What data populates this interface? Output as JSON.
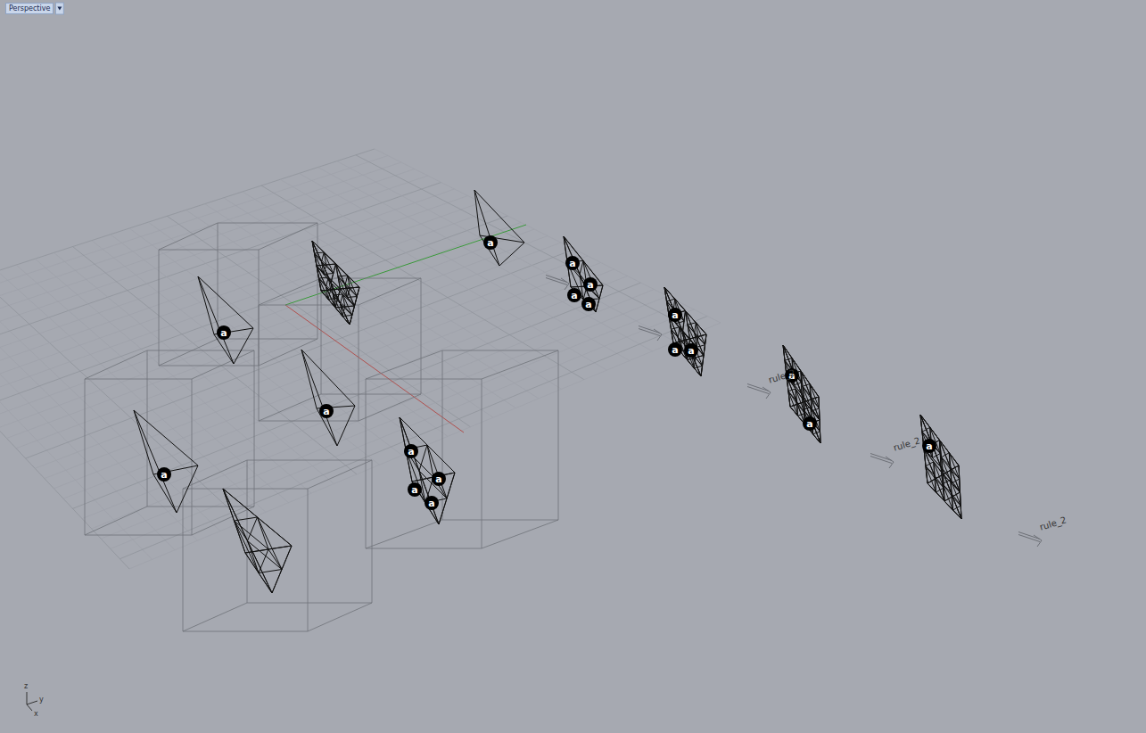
{
  "diagram": {
    "nodes": [
      {
        "text": [
          "a"
        ]
      },
      {
        "text": [
          "a"
        ]
      },
      {
        "text": [
          "a"
        ]
      },
      {
        "text": [
          "a"
        ]
      },
      {
        "text": [
          "a"
        ]
      },
      {
        "text": [
          "a"
        ]
      },
      {
        "text": [
          "a"
        ]
      },
      {
        "text": [
          "a"
        ]
      },
      {
        "text": [
          "a"
        ]
      },
      {
        "text": [
          "a"
        ]
      },
      {
        "text": [
          "a"
        ]
      },
      {
        "text": [
          "a"
        ]
      },
      {
        "text": [
          "a"
        ]
      },
      {
        "text": [
          "a"
        ]
      },
      {
        "text": [
          "a"
        ]
      },
      {
        "text": [
          "a"
        ]
      },
      {
        "text": [
          "a"
        ]
      },
      {
        "text": [
          "a"
        ]
      }
    ],
    "labels": [
      "Perspective",
      "rule_2",
      "rule_2",
      "rule_2",
      "z",
      "y",
      "x"
    ]
  }
}
